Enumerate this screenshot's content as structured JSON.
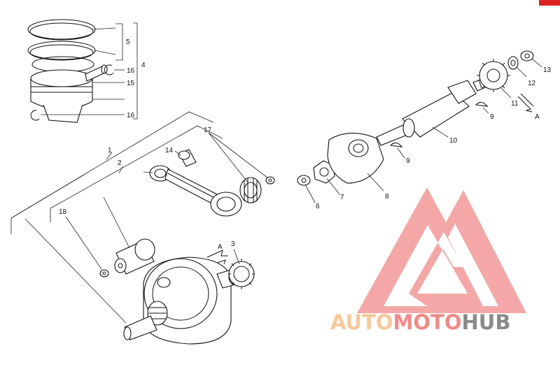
{
  "diagram": {
    "labels": {
      "l1": "1",
      "l2": "2",
      "l3": "3",
      "l4": "4",
      "l5": "5",
      "l6": "6",
      "l7": "7",
      "l8": "8",
      "l9a": "9",
      "l9b": "9",
      "l10": "10",
      "l11": "11",
      "l12": "12",
      "l13": "13",
      "l14": "14",
      "l15": "15",
      "l16a": "16",
      "l16b": "16",
      "l17": "17",
      "l18": "18",
      "arrow_a1": "A",
      "arrow_a2": "A"
    }
  },
  "watermark": {
    "word_part1": "AUTO",
    "word_part2": "MOTO",
    "word_part3": "HUB",
    "color_light": "#f6c99a",
    "color_accent": "#f08a88",
    "color_dark": "#8a8a8a"
  },
  "corner_tab_color": "#dd2222"
}
